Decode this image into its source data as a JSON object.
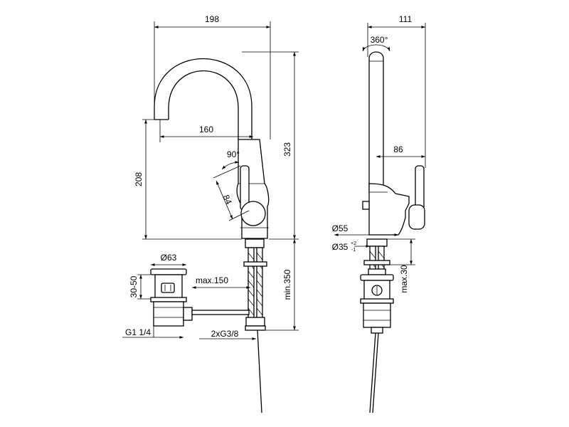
{
  "front_view": {
    "dims": {
      "width_total": "198",
      "spout_reach": "160",
      "height_total": "323",
      "spout_height": "208",
      "lever_angle": "90°",
      "lever_length": "84",
      "waste_diameter": "Ø63",
      "waste_height": "30-50",
      "rod_length": "max.150",
      "waste_thread": "G1 1/4",
      "hose_thread": "2xG3/8",
      "hose_length": "min.350"
    }
  },
  "side_view": {
    "dims": {
      "width_total": "111",
      "swivel": "360°",
      "lever_offset": "86",
      "base_diameter": "Ø55",
      "hole_diameter": "Ø35",
      "tol_plus": "+2",
      "tol_minus": "-1",
      "deck_thickness": "max.30"
    }
  }
}
